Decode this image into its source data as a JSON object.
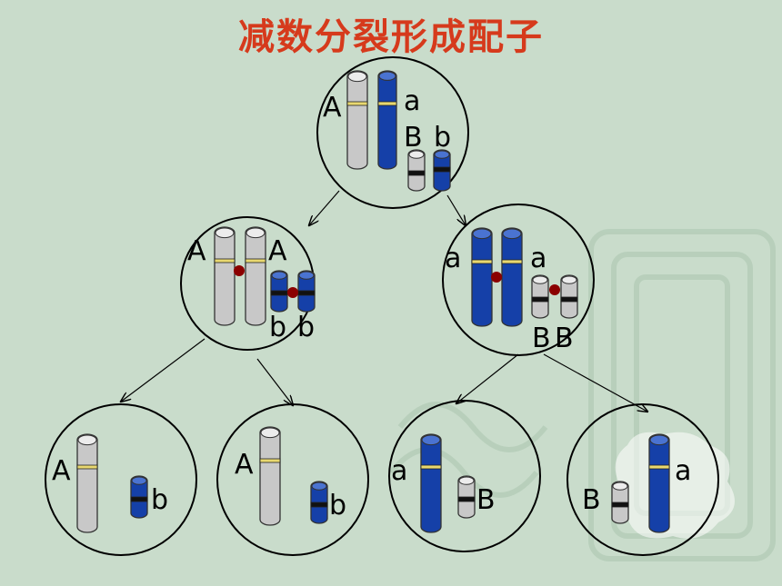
{
  "title": "减数分裂形成配子",
  "colors": {
    "background": "#c9dccb",
    "title": "#d63a1c",
    "gray_chromosome": "#c8c8c8",
    "blue_chromosome": "#1540a8",
    "centromere": "#8b0000",
    "circle_border": "#000000"
  },
  "cells": [
    {
      "name": "parent-cell",
      "labels": [
        "A",
        "a",
        "B",
        "b"
      ]
    },
    {
      "name": "cell-AAbb",
      "labels": [
        "A",
        "A",
        "b",
        "b"
      ]
    },
    {
      "name": "cell-aaBB",
      "labels": [
        "a",
        "a",
        "B",
        "B"
      ]
    },
    {
      "name": "gamete-Ab-1",
      "labels": [
        "A",
        "b"
      ]
    },
    {
      "name": "gamete-Ab-2",
      "labels": [
        "A",
        "b"
      ]
    },
    {
      "name": "gamete-aB-1",
      "labels": [
        "a",
        "B"
      ]
    },
    {
      "name": "gamete-aB-2",
      "labels": [
        "B",
        "a"
      ]
    }
  ]
}
